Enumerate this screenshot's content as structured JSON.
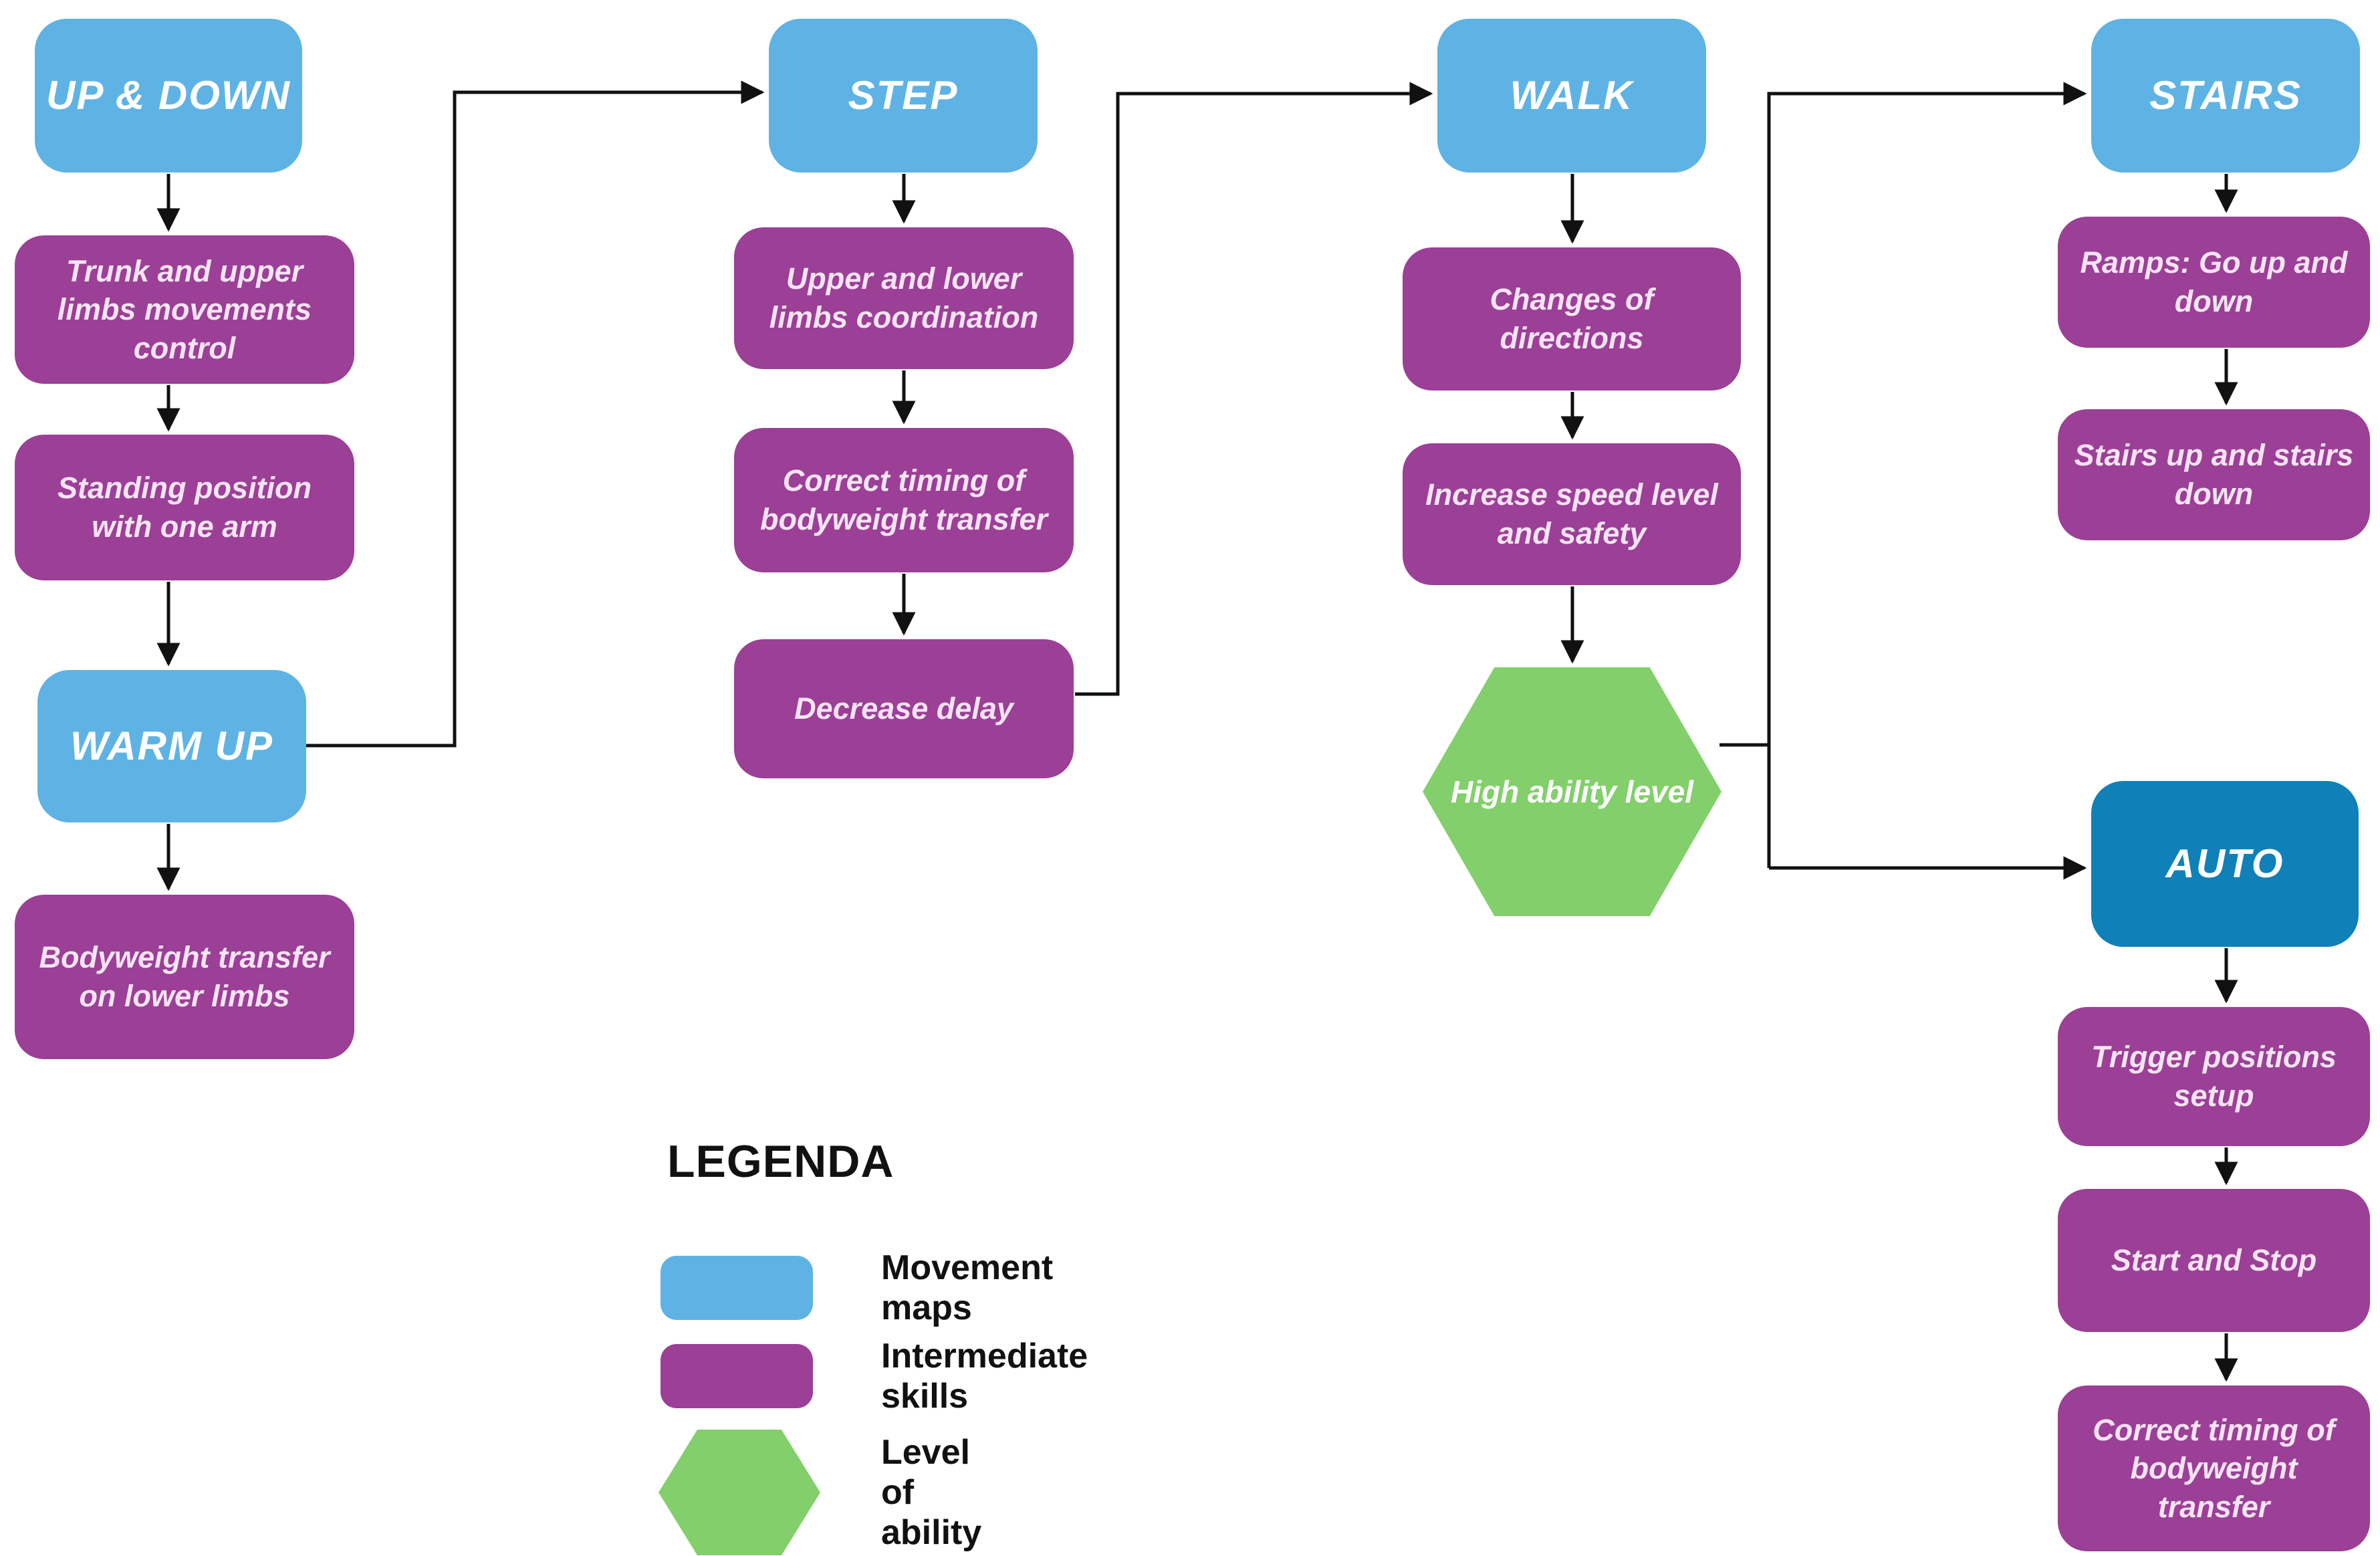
{
  "nodes": {
    "up_down": {
      "label": "UP & DOWN",
      "type": "movement-map"
    },
    "trunk": {
      "label": "Trunk and upper limbs movements control",
      "type": "intermediate-skill"
    },
    "standing": {
      "label": "Standing position with one arm",
      "type": "intermediate-skill"
    },
    "warm_up": {
      "label": "WARM UP",
      "type": "movement-map"
    },
    "bodyweight": {
      "label": "Bodyweight transfer on lower limbs",
      "type": "intermediate-skill"
    },
    "step": {
      "label": "STEP",
      "type": "movement-map"
    },
    "upper_lower": {
      "label": "Upper and lower limbs coordination",
      "type": "intermediate-skill"
    },
    "correct_timing_step": {
      "label": "Correct timing of bodyweight transfer",
      "type": "intermediate-skill"
    },
    "decrease_delay": {
      "label": "Decrease delay",
      "type": "intermediate-skill"
    },
    "walk": {
      "label": "WALK",
      "type": "movement-map"
    },
    "changes_directions": {
      "label": "Changes of directions",
      "type": "intermediate-skill"
    },
    "increase_speed": {
      "label": "Increase speed level and safety",
      "type": "intermediate-skill"
    },
    "high_ability": {
      "label": "High ability level",
      "type": "level-of-ability"
    },
    "stairs": {
      "label": "STAIRS",
      "type": "movement-map"
    },
    "ramps": {
      "label": "Ramps: Go up and down",
      "type": "intermediate-skill"
    },
    "stairs_up_down": {
      "label": "Stairs up and stairs down",
      "type": "intermediate-skill"
    },
    "auto": {
      "label": "AUTO",
      "type": "movement-map"
    },
    "trigger_positions": {
      "label": "Trigger positions setup",
      "type": "intermediate-skill"
    },
    "start_stop": {
      "label": "Start and Stop",
      "type": "intermediate-skill"
    },
    "correct_timing_auto": {
      "label": "Correct timing of bodyweight transfer",
      "type": "intermediate-skill"
    }
  },
  "connections": [
    {
      "from": "UP & DOWN",
      "to": "Trunk and upper limbs movements control"
    },
    {
      "from": "Trunk and upper limbs movements control",
      "to": "Standing position with one arm"
    },
    {
      "from": "Standing position with one arm",
      "to": "WARM UP"
    },
    {
      "from": "WARM UP",
      "to": "Bodyweight transfer on lower limbs"
    },
    {
      "from": "WARM UP",
      "to": "STEP"
    },
    {
      "from": "STEP",
      "to": "Upper and lower limbs coordination"
    },
    {
      "from": "Upper and lower limbs coordination",
      "to": "Correct timing of bodyweight transfer"
    },
    {
      "from": "Correct timing of bodyweight transfer",
      "to": "Decrease delay"
    },
    {
      "from": "Decrease delay",
      "to": "WALK"
    },
    {
      "from": "WALK",
      "to": "Changes of directions"
    },
    {
      "from": "Changes of directions",
      "to": "Increase speed level and safety"
    },
    {
      "from": "Increase speed level and safety",
      "to": "High ability level"
    },
    {
      "from": "High ability level",
      "to": "STAIRS"
    },
    {
      "from": "High ability level",
      "to": "AUTO"
    },
    {
      "from": "STAIRS",
      "to": "Ramps: Go up and down"
    },
    {
      "from": "Ramps: Go up and down",
      "to": "Stairs up and stairs down"
    },
    {
      "from": "AUTO",
      "to": "Trigger positions setup"
    },
    {
      "from": "Trigger positions setup",
      "to": "Start and Stop"
    },
    {
      "from": "Start and Stop",
      "to": "Correct timing of bodyweight transfer"
    }
  ],
  "legend": {
    "title": "LEGENDA",
    "items": [
      {
        "label": "Movement maps",
        "shape": "rounded-rectangle",
        "color": "#5FB3E4"
      },
      {
        "label": "Intermediate skills",
        "shape": "rounded-rectangle",
        "color": "#9B3F97"
      },
      {
        "label": "Level of ability",
        "shape": "hexagon",
        "color": "#83CF6B"
      }
    ]
  },
  "colors": {
    "movement_map": "#5FB3E4",
    "movement_map_advanced": "#0F80B8",
    "intermediate_skill": "#9B3F97",
    "ability_level": "#83CF6B",
    "connector": "#111111",
    "map_text": "#FFFFFF",
    "skill_text": "#F8E4F4",
    "legend_text": "#111111"
  }
}
